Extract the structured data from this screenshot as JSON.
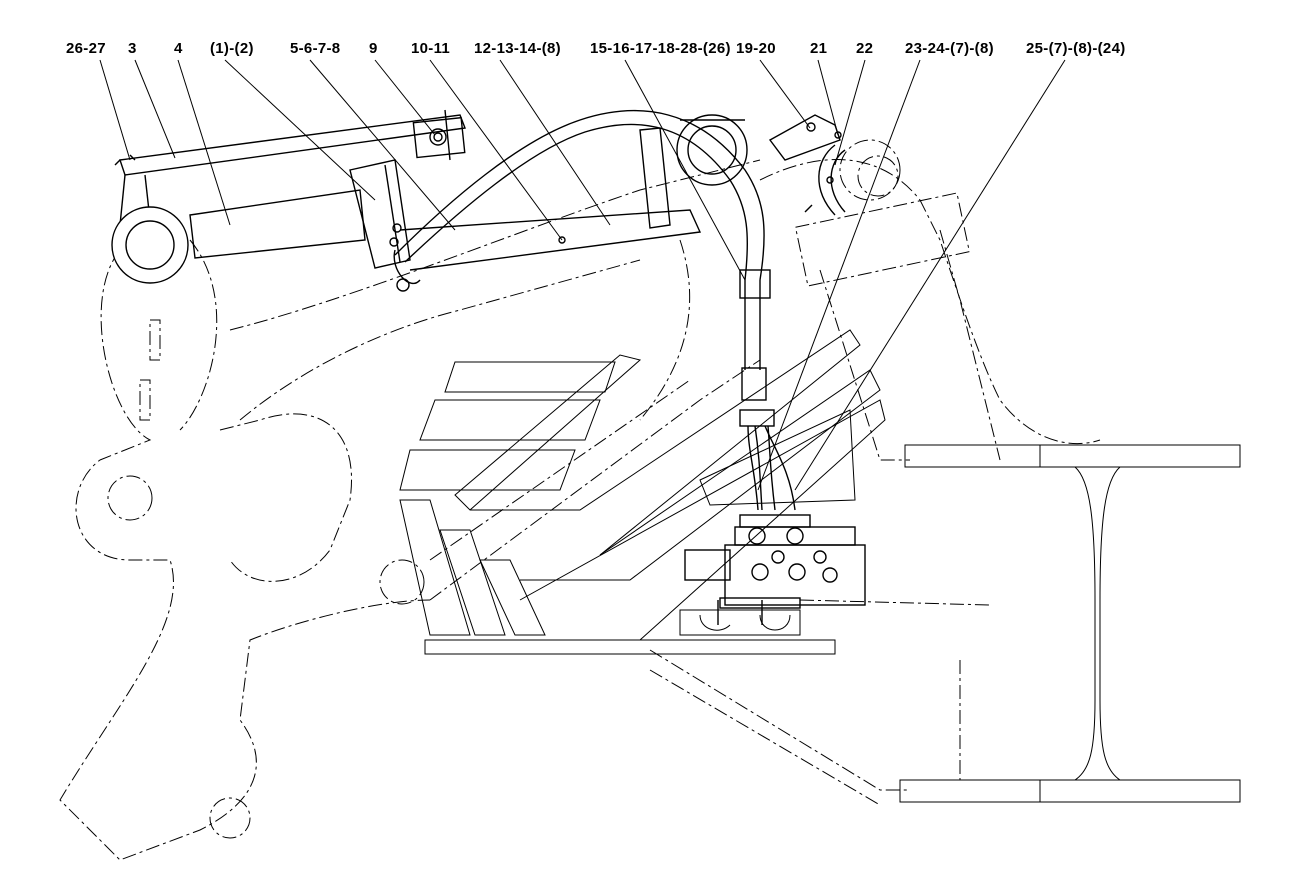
{
  "callouts": [
    {
      "id": "c1",
      "label": "26-27"
    },
    {
      "id": "c2",
      "label": "3"
    },
    {
      "id": "c3",
      "label": "4"
    },
    {
      "id": "c4",
      "label": "(1)-(2)"
    },
    {
      "id": "c5",
      "label": "5-6-7-8"
    },
    {
      "id": "c6",
      "label": "9"
    },
    {
      "id": "c7",
      "label": "10-11"
    },
    {
      "id": "c8",
      "label": "12-13-14-(8)"
    },
    {
      "id": "c9",
      "label": "15-16-17-18-28-(26)"
    },
    {
      "id": "c10",
      "label": "19-20"
    },
    {
      "id": "c11",
      "label": "21"
    },
    {
      "id": "c12",
      "label": "22"
    },
    {
      "id": "c13",
      "label": "23-24-(7)-(8)"
    },
    {
      "id": "c14",
      "label": "25-(7)-(8)-(24)"
    }
  ]
}
